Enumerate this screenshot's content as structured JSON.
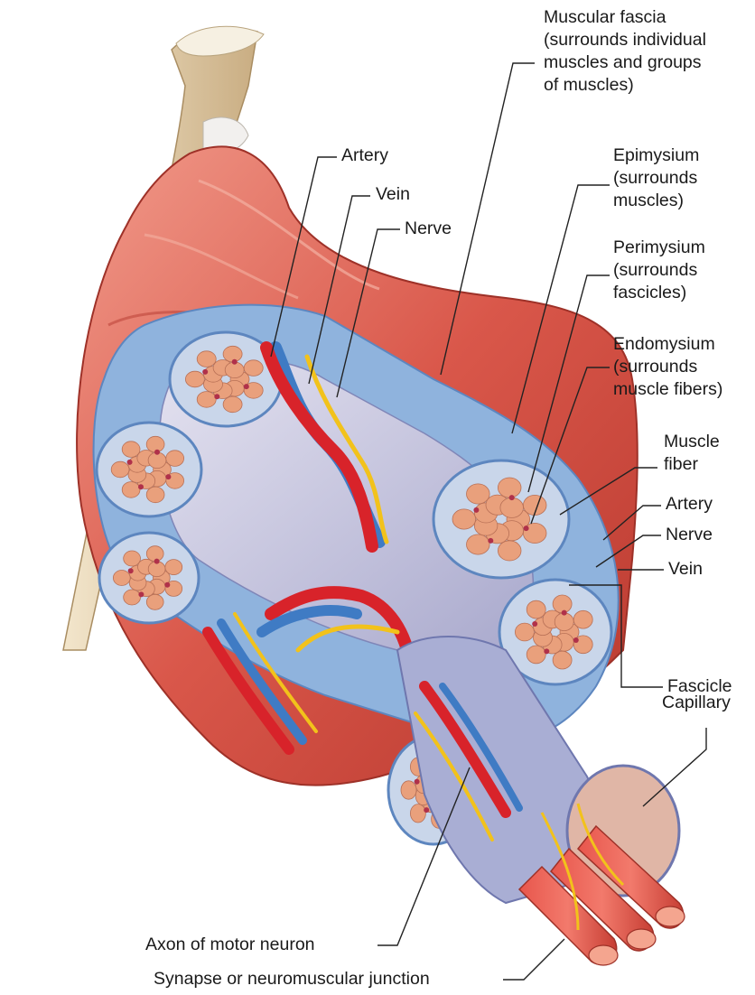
{
  "labels": {
    "muscular_fascia": [
      "Muscular fascia",
      "(surrounds individual",
      "muscles and groups",
      "of muscles)"
    ],
    "artery_top": "Artery",
    "vein_top": "Vein",
    "nerve_top": "Nerve",
    "epimysium": [
      "Epimysium",
      "(surrounds",
      "muscles)"
    ],
    "perimysium": [
      "Perimysium",
      "(surrounds",
      "fascicles)"
    ],
    "endomysium": [
      "Endomysium",
      "(surrounds",
      "muscle fibers)"
    ],
    "muscle_fiber": [
      "Muscle",
      "fiber"
    ],
    "artery_right": "Artery",
    "nerve_right": "Nerve",
    "vein_right": "Vein",
    "fascicle": "Fascicle",
    "capillary": "Capillary",
    "axon": "Axon of motor neuron",
    "synapse": "Synapse or neuromuscular junction"
  },
  "colors": {
    "muscle": "#d9574a",
    "muscle_light": "#ee8d7d",
    "fascia": "#8fb3dd",
    "fascia_dark": "#5d86bf",
    "interior": "#c7c7e0",
    "fiber": "#e9a07c",
    "artery": "#d8232a",
    "vein": "#3f7bc4",
    "nerve": "#f2c21b",
    "bone": "#e8d6b4"
  }
}
